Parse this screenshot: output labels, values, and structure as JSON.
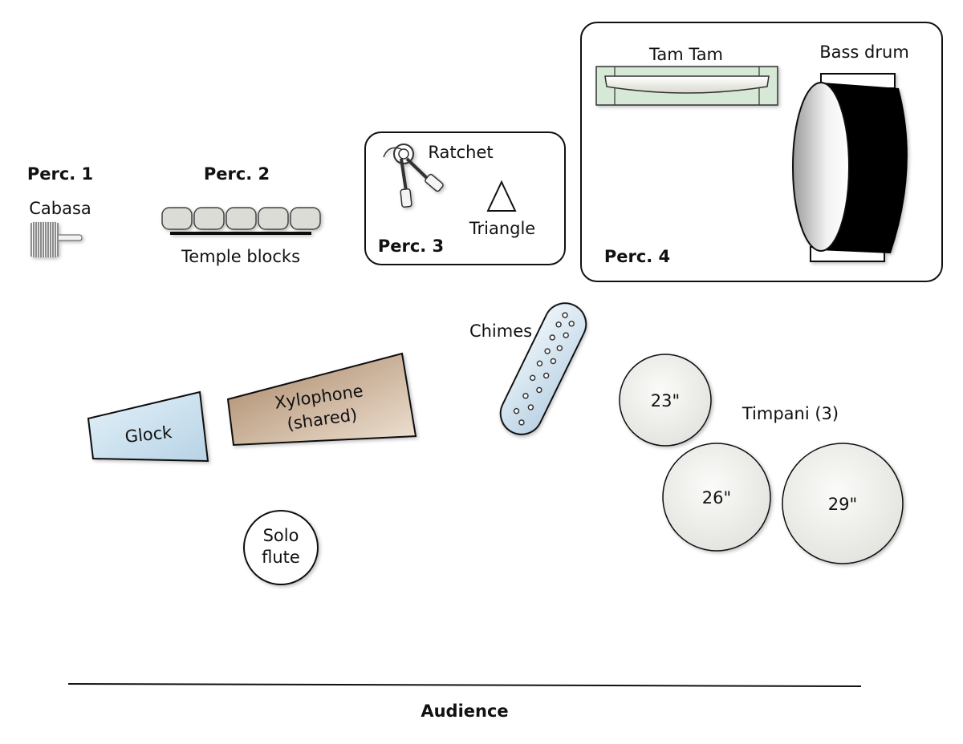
{
  "perc1": {
    "heading": "Perc. 1",
    "instrument": "Cabasa"
  },
  "perc2": {
    "heading": "Perc. 2",
    "instrument": "Temple blocks"
  },
  "perc3": {
    "heading": "Perc. 3",
    "ratchet": "Ratchet",
    "triangle": "Triangle"
  },
  "perc4": {
    "heading": "Perc. 4",
    "tamtam": "Tam Tam",
    "bassdrum": "Bass drum"
  },
  "mallets": {
    "glock": "Glock",
    "xylophone_line1": "Xylophone",
    "xylophone_line2": "(shared)",
    "chimes": "Chimes"
  },
  "flute": {
    "line1": "Solo",
    "line2": "flute"
  },
  "timpani": {
    "label": "Timpani (3)",
    "drums": [
      "23\"",
      "26\"",
      "29\""
    ]
  },
  "audience": "Audience",
  "colors": {
    "glock_fill": "#cfe4f1",
    "xylophone_fill": "#c9a98a",
    "tamtam_frame": "#d6e8d6",
    "chimes_fill": "#d6e6f2",
    "block_fill": "#dcdcd6",
    "timpani_fill": "#eeeeea"
  }
}
